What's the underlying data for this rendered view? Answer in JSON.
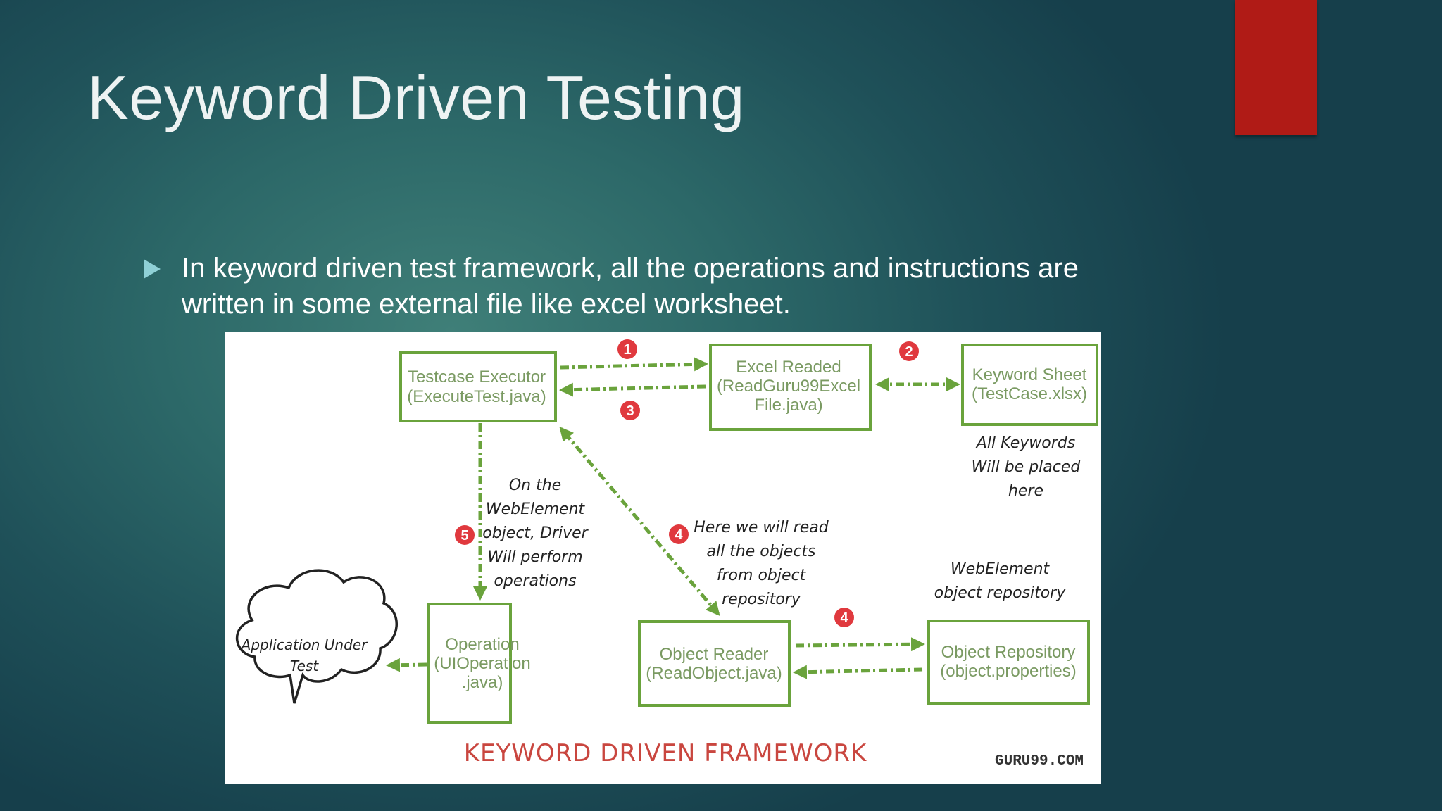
{
  "title": "Keyword Driven Testing",
  "bullet": {
    "line1": "In keyword driven test framework, all the operations and instructions are",
    "line2": "written in some external file like excel worksheet."
  },
  "colors": {
    "accent_red": "#b01b16",
    "box_green": "#6aa33c",
    "badge_red": "#e0393e",
    "footer_red": "#c9463f"
  },
  "diagram": {
    "boxes": {
      "testcase_executor": [
        "Testcase Executor",
        "(ExecuteTest.java)"
      ],
      "excel_readed": [
        "Excel Readed",
        "(ReadGuru99Excel",
        "File.java)"
      ],
      "keyword_sheet": [
        "Keyword Sheet",
        "(TestCase.xlsx)"
      ],
      "operation": [
        "Operation",
        "(UIOperation",
        ".java)"
      ],
      "object_reader": [
        "Object Reader",
        "(ReadObject.java)"
      ],
      "object_repository": [
        "Object Repository",
        "(object.properties)"
      ]
    },
    "cloud": [
      "Application Under",
      "Test"
    ],
    "notes": {
      "keywords": [
        "All Keywords",
        "Will be placed",
        "here"
      ],
      "webelement_driver": [
        "On the",
        "WebElement",
        "object, Driver",
        "Will perform",
        "operations"
      ],
      "read_objects": [
        "Here we will read",
        "all the objects",
        "from object",
        "repository"
      ],
      "repository": [
        "WebElement",
        "object repository"
      ]
    },
    "badges": {
      "step1": "1",
      "step2": "2",
      "step3": "3",
      "step4a": "4",
      "step4b": "4",
      "step5": "5"
    },
    "footer": "KEYWORD DRIVEN FRAMEWORK",
    "watermark": "GURU99.COM"
  }
}
